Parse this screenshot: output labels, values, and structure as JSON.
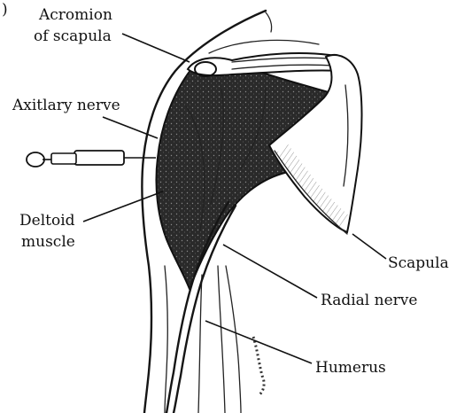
{
  "figure": {
    "corner_mark": ")",
    "labels": {
      "acromion_line1": "Acromion",
      "acromion_line2": "of scapula",
      "axillary_nerve": "Axitlary nerve",
      "deltoid_line1": "Deltoid",
      "deltoid_line2": "muscle",
      "scapula": "Scapula",
      "radial_nerve": "Radial nerve",
      "humerus": "Humerus"
    },
    "colors": {
      "ink": "#111111",
      "muscle": "#2b2b2b",
      "background": "#ffffff"
    }
  }
}
